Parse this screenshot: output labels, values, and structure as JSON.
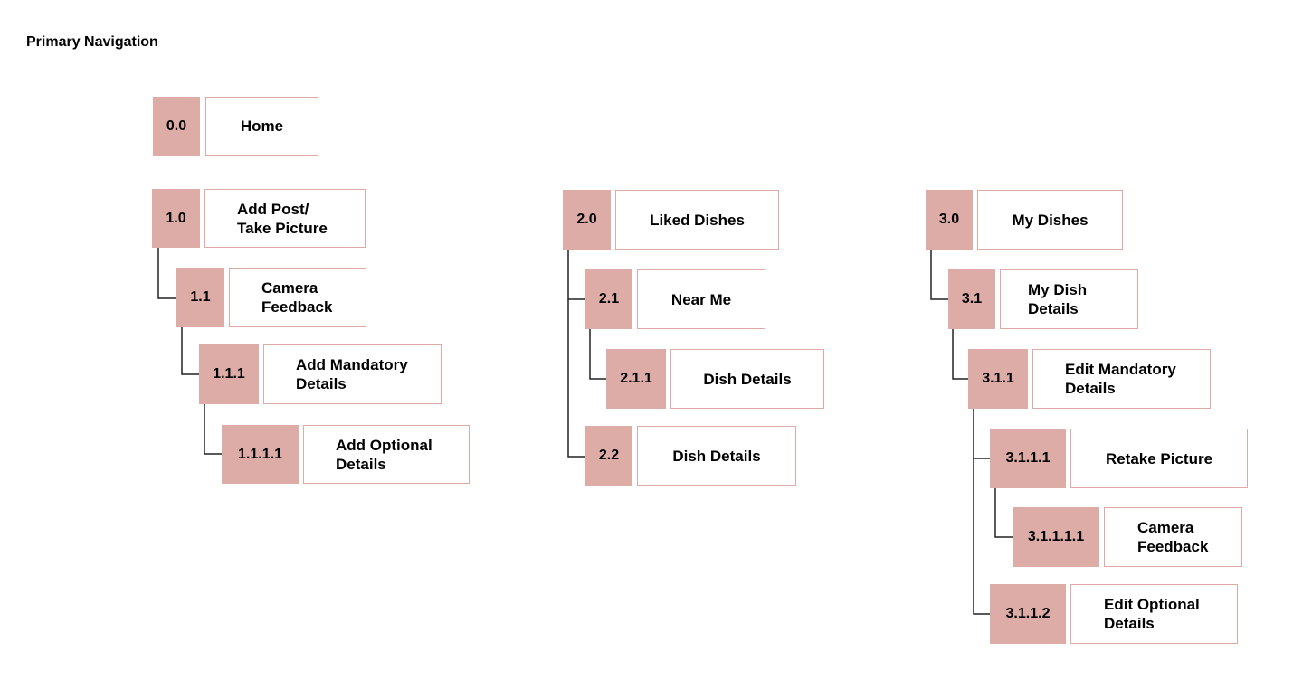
{
  "title": "Primary Navigation",
  "nodes": {
    "n0_0": {
      "num": "0.0",
      "label": "Home"
    },
    "n1_0": {
      "num": "1.0",
      "label": "Add Post/\nTake Picture"
    },
    "n1_1": {
      "num": "1.1",
      "label": "Camera\nFeedback"
    },
    "n1_1_1": {
      "num": "1.1.1",
      "label": "Add Mandatory\nDetails"
    },
    "n1_1_1_1": {
      "num": "1.1.1.1",
      "label": "Add Optional\nDetails"
    },
    "n2_0": {
      "num": "2.0",
      "label": "Liked Dishes"
    },
    "n2_1": {
      "num": "2.1",
      "label": "Near Me"
    },
    "n2_1_1": {
      "num": "2.1.1",
      "label": "Dish Details"
    },
    "n2_2": {
      "num": "2.2",
      "label": "Dish Details"
    },
    "n3_0": {
      "num": "3.0",
      "label": "My Dishes"
    },
    "n3_1": {
      "num": "3.1",
      "label": "My Dish\nDetails"
    },
    "n3_1_1": {
      "num": "3.1.1",
      "label": "Edit Mandatory\nDetails"
    },
    "n3_1_1_1": {
      "num": "3.1.1.1",
      "label": "Retake Picture"
    },
    "n3_1_1_1_1": {
      "num": "3.1.1.1.1",
      "label": "Camera\nFeedback"
    },
    "n3_1_1_2": {
      "num": "3.1.1.2",
      "label": "Edit Optional\nDetails"
    }
  }
}
